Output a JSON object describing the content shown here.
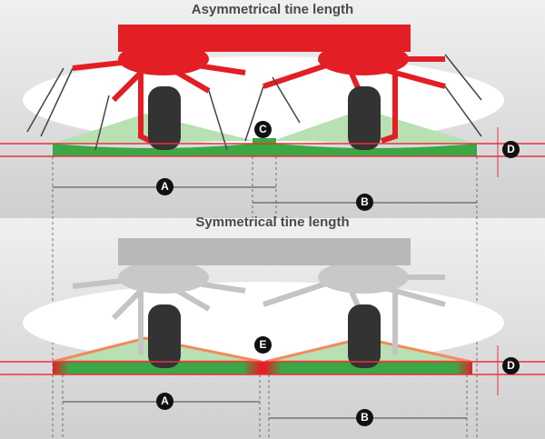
{
  "top": {
    "title": "Asymmetrical tine length",
    "frame_color": "#e31e24",
    "labels": {
      "A": "A",
      "B": "B",
      "C": "C",
      "D": "D"
    }
  },
  "bottom": {
    "title": "Symmetrical tine length",
    "frame_color": "#b8b8b8",
    "labels": {
      "A": "A",
      "B": "B",
      "D": "D",
      "E": "E"
    }
  },
  "colors": {
    "swath_green": "#3aa845",
    "swath_light": "#b9e0b3",
    "line_red": "#e8333a",
    "overlap_red": "#e31e24",
    "background": "#d9d9db"
  }
}
